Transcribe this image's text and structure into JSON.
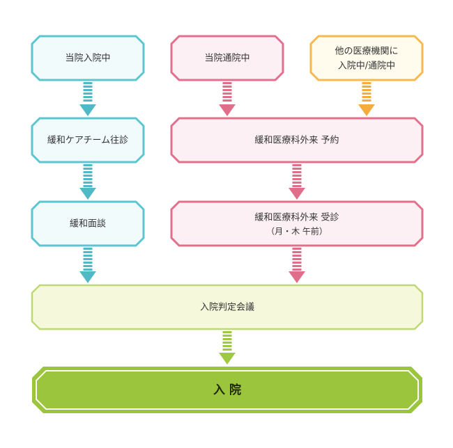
{
  "colors": {
    "teal_stroke": "#5cc6d0",
    "teal_fill": "#f1fbfc",
    "teal_arrow": "#4fb9c6",
    "pink_stroke": "#e2708c",
    "pink_fill": "#fdf0f4",
    "pink_arrow": "#e06e8a",
    "orange_stroke": "#f7b850",
    "orange_fill": "#fffcee",
    "orange_arrow": "#f4ad3c",
    "green_stroke": "#bfd876",
    "green_fill": "#f6f8dc",
    "green_arrow": "#9fc843",
    "final_fill": "#9bc53d",
    "final_inner_stroke": "#ffffff",
    "final_text": "#1f2a05"
  },
  "nodes": {
    "inpatient": "当院入院中",
    "outpatient": "当院通院中",
    "other_line1": "他の医療機関に",
    "other_line2": "入院中/通院中",
    "team_visit": "緩和ケアチーム往診",
    "reservation": "緩和医療科外来 予約",
    "interview": "緩和面談",
    "consult_line1": "緩和医療科外来 受診",
    "consult_line2": "（月・木 午前）",
    "conference": "入院判定会議",
    "admission": "入 院"
  }
}
